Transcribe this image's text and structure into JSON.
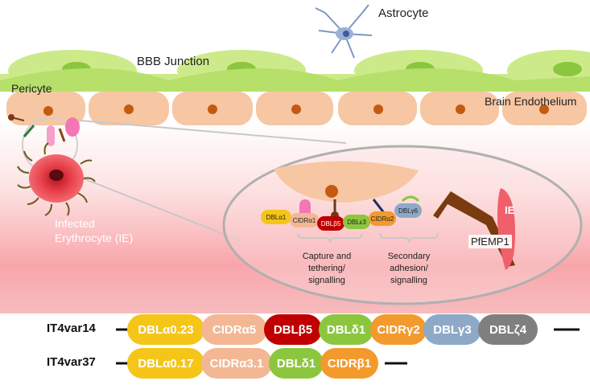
{
  "labels": {
    "astrocyte": "Astrocyte",
    "bbb_junction": "BBB Junction",
    "pericyte": "Pericyte",
    "brain_endothelium": "Brain Endothelium",
    "infected_erythrocyte_line1": "Infected",
    "infected_erythrocyte_line2": "Erythrocyte (IE)",
    "ie": "IE",
    "pfemp1": "PfEMP1",
    "capture": [
      "Capture and",
      "tethering/",
      "signalling"
    ],
    "secondary": [
      "Secondary",
      "adhesion/",
      "signalling"
    ]
  },
  "zoom_domains": [
    {
      "label": "DBLα1",
      "color": "#f5c518"
    },
    {
      "label": "CIDRα1",
      "color": "#f3b793"
    },
    {
      "label": "DBLβ5",
      "color": "#c00000"
    },
    {
      "label": "DBLε3",
      "color": "#8cc63f"
    },
    {
      "label": "CIDRα2",
      "color": "#f39a2d"
    },
    {
      "label": "DBLγ6",
      "color": "#8ea9c8"
    }
  ],
  "rows": [
    {
      "name": "IT4var14",
      "domains": [
        {
          "label": "DBLα0.23",
          "color": "#f5c518"
        },
        {
          "label": "CIDRα5",
          "color": "#f3b793"
        },
        {
          "label": "DBLβ5",
          "color": "#c00000"
        },
        {
          "label": "DBLδ1",
          "color": "#8cc63f"
        },
        {
          "label": "CIDRγ2",
          "color": "#f39a2d"
        },
        {
          "label": "DBLγ3",
          "color": "#8ea9c8"
        },
        {
          "label": "DBLζ4",
          "color": "#7f7f7f"
        }
      ]
    },
    {
      "name": "IT4var37",
      "domains": [
        {
          "label": "DBLα0.17",
          "color": "#f5c518"
        },
        {
          "label": "CIDRα3.1",
          "color": "#f3b793"
        },
        {
          "label": "DBLδ1",
          "color": "#8cc63f"
        },
        {
          "label": "CIDRβ1",
          "color": "#f39a2d"
        }
      ]
    }
  ]
}
